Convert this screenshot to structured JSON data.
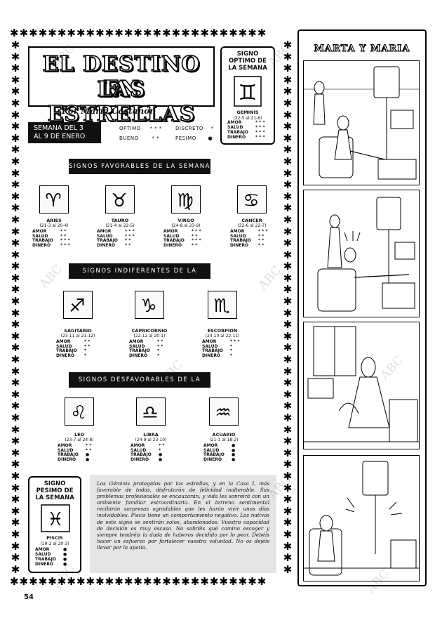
{
  "header": {
    "title_line1": "EL DESTINO EN",
    "title_line2": "LAS ESTRELLAS",
    "byline": "Por María Castañón"
  },
  "week": {
    "line1": "SEMANA DEL 3",
    "line2": "AL 9 DE ENERO"
  },
  "legend": {
    "optimo_label": "OPTIMO",
    "optimo_mark": "* * *",
    "bueno_label": "BUENO",
    "bueno_mark": "* *",
    "discreto_label": "DISCRETO",
    "discreto_mark": "*",
    "pesimo_label": "PESIMO",
    "pesimo_mark": "●"
  },
  "optimo_box": {
    "line1": "SIGNO",
    "line2": "OPTIMO DE",
    "line3": "LA SEMANA",
    "sign": "GEMINIS",
    "dates": "(22-5 al 21-6)",
    "stats": [
      {
        "label": "AMOR",
        "value": "* * *"
      },
      {
        "label": "SALUD",
        "value": "* * *"
      },
      {
        "label": "TRABAJO",
        "value": "* * *"
      },
      {
        "label": "DINERO",
        "value": "* * *"
      }
    ]
  },
  "sections": {
    "favorables": "SIGNOS FAVORABLES DE LA SEMANA",
    "indiferentes": "SIGNOS INDIFERENTES DE LA SEMANA",
    "desfavorables": "SIGNOS DESFAVORABLES DE LA SEMANA"
  },
  "favorable_signs": [
    {
      "name": "ARIES",
      "dates": "(21-3 al 20-4)",
      "stats": [
        "* *",
        "* *",
        "* * *",
        "* * *"
      ]
    },
    {
      "name": "TAURO",
      "dates": "(21-4 al 22-5)",
      "stats": [
        "* * *",
        "* * *",
        "* *",
        "* *"
      ]
    },
    {
      "name": "VIRGO",
      "dates": "(24-8 al 23-9)",
      "stats": [
        "* * *",
        "* *",
        "* * *",
        "* *"
      ]
    },
    {
      "name": "CANCER",
      "dates": "(22-6 al 22-7)",
      "stats": [
        "* * *",
        "* *",
        "* *",
        "* *"
      ]
    }
  ],
  "indifferent_signs": [
    {
      "name": "SAGITARIO",
      "dates": "(23-11 al 21-12)",
      "stats": [
        "* *",
        "* *",
        "*",
        "*"
      ]
    },
    {
      "name": "CAPRICORNIO",
      "dates": "(22-12 al 20-1)",
      "stats": [
        "* *",
        "* *",
        "*",
        "*"
      ]
    },
    {
      "name": "ESCORPION",
      "dates": "(24-10 al 22-11)",
      "stats": [
        "* * *",
        "*",
        "*",
        "*"
      ]
    }
  ],
  "unfavorable_signs": [
    {
      "name": "LEO",
      "dates": "(23-7 al 24-8)",
      "stats": [
        "* *",
        "* *",
        "●",
        "●"
      ]
    },
    {
      "name": "LIBRA",
      "dates": "(24-9 al 23-10)",
      "stats": [
        "* *",
        "*",
        "●",
        "●"
      ]
    },
    {
      "name": "ACUARIO",
      "dates": "(21-1 al 18-2)",
      "stats": [
        "●",
        "●",
        "●",
        "●"
      ]
    }
  ],
  "stat_labels": [
    "AMOR",
    "SALUD",
    "TRABAJO",
    "DINERO"
  ],
  "pesimo_box": {
    "line1": "SIGNO",
    "line2": "PESIMO DE",
    "line3": "LA SEMANA",
    "sign": "PISCIS",
    "dates": "(19-2 al 20-3)",
    "stats": [
      {
        "label": "AMOR",
        "value": "●"
      },
      {
        "label": "SALUD",
        "value": "●"
      },
      {
        "label": "TRABAJO",
        "value": "●"
      },
      {
        "label": "DINERO",
        "value": "●"
      }
    ]
  },
  "text_block": "Los Géminis protegidos por las estrellas, y en la Casa I, más favorable de todas, disfrutarán de felicidad inalterable. Sus problemas profesionales se encauzarán, y vida les sonreirá con un ambiente familiar extraordinario. En el terreno sentimental recibirán sorpresas agradables que les harán vivir unos días inolvidables. Piscis tiene un comportamiento negativo. Los nativos de este signo se sentirán solos, abandonados. Vuestra capacidad de decisión es muy escasa. No sabréis qué camino escoger y siempre tendréis la duda de haberos decidido por lo peor. Debéis hacer un esfuerzo por fortalecer vuestra voluntad. No os dejéis llevar por la apatía.",
  "comic": {
    "title": "MARTA Y MARIA"
  },
  "watermark_text": "ABC",
  "page_number": "54"
}
